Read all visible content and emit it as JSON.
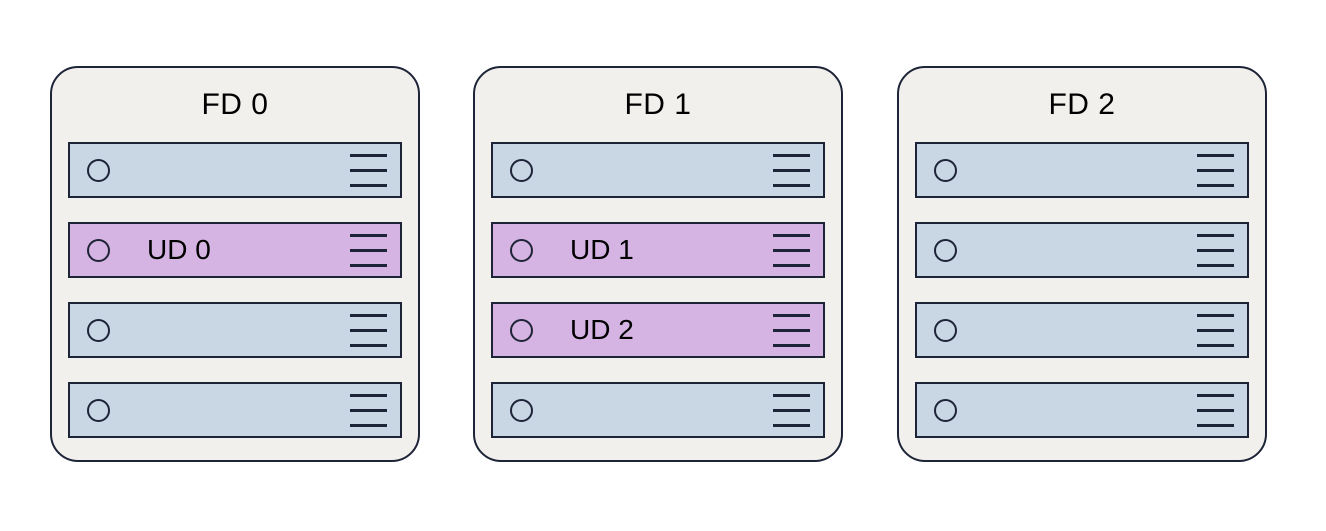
{
  "diagram": {
    "colors": {
      "background": "#ffffff",
      "container_fill": "#f2f0ec",
      "border": "#1e2438",
      "server_blue": "#c9d6e4",
      "server_purple": "#d5b3e2",
      "text": "#000000"
    },
    "icons": {
      "circle": "server-power-circle-icon",
      "vents": "server-vent-lines-icon"
    },
    "fault_domains": [
      {
        "title": "FD 0",
        "servers": [
          {
            "label": "",
            "variant": "plain"
          },
          {
            "label": "UD 0",
            "variant": "ud"
          },
          {
            "label": "",
            "variant": "plain"
          },
          {
            "label": "",
            "variant": "plain"
          }
        ]
      },
      {
        "title": "FD 1",
        "servers": [
          {
            "label": "",
            "variant": "plain"
          },
          {
            "label": "UD 1",
            "variant": "ud"
          },
          {
            "label": "UD 2",
            "variant": "ud"
          },
          {
            "label": "",
            "variant": "plain"
          }
        ]
      },
      {
        "title": "FD 2",
        "servers": [
          {
            "label": "",
            "variant": "plain"
          },
          {
            "label": "",
            "variant": "plain"
          },
          {
            "label": "",
            "variant": "plain"
          },
          {
            "label": "",
            "variant": "plain"
          }
        ]
      }
    ]
  }
}
